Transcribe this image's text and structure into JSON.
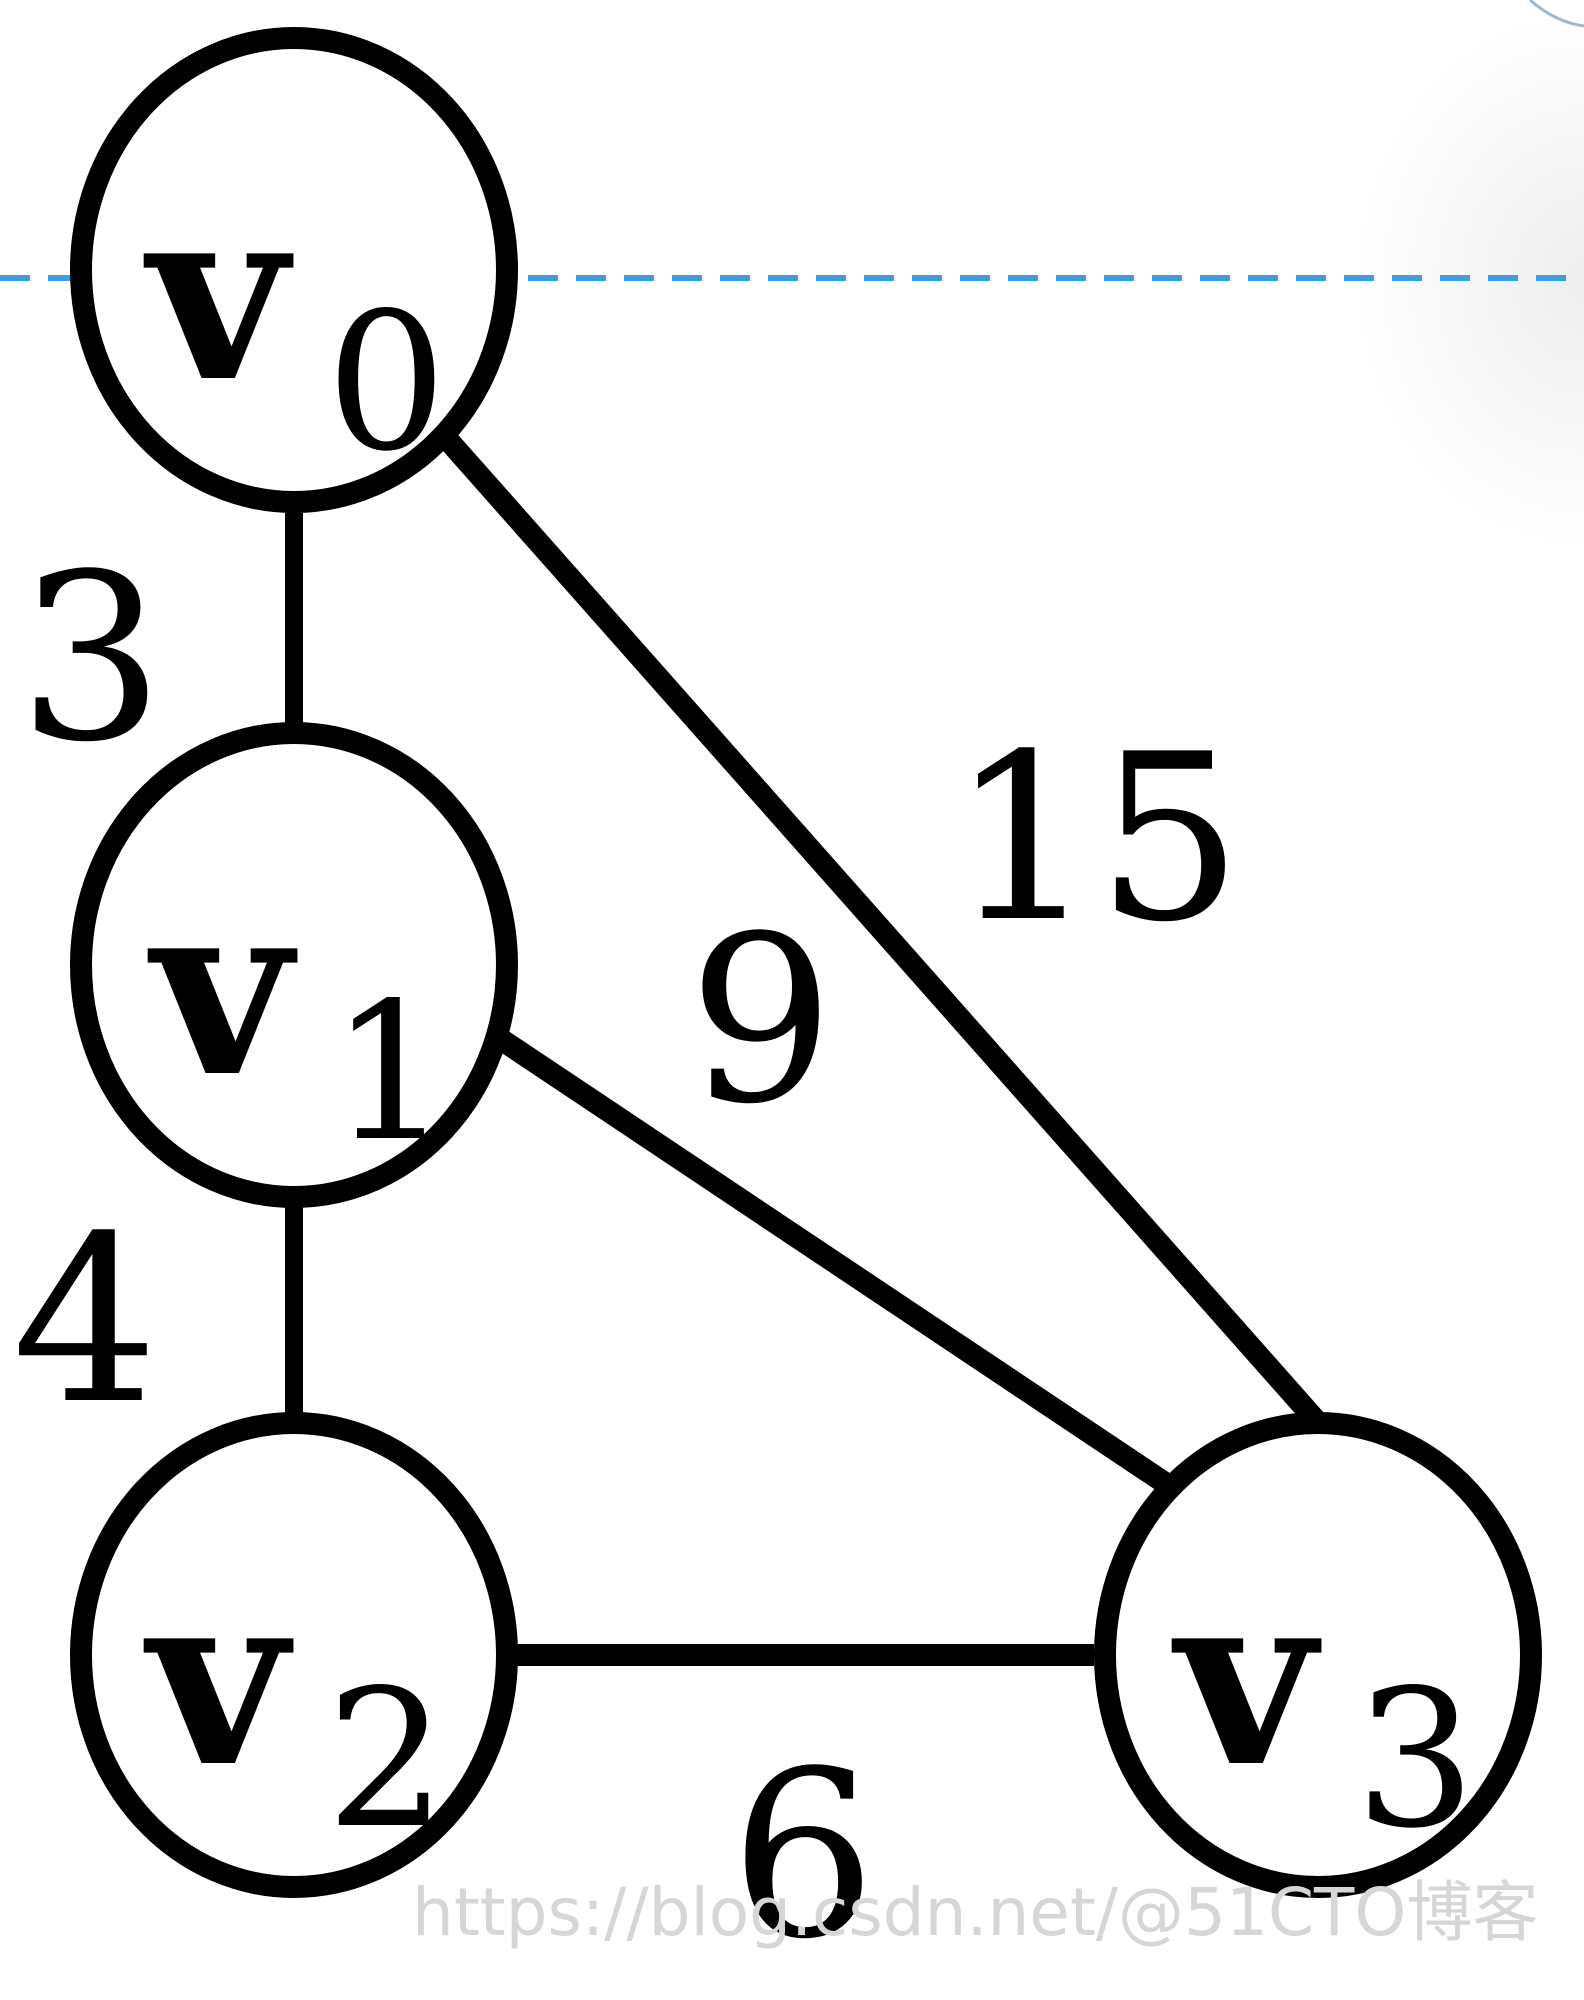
{
  "graph": {
    "nodes": [
      {
        "id": "v0",
        "letter": "v",
        "subscript": "0"
      },
      {
        "id": "v1",
        "letter": "v",
        "subscript": "1"
      },
      {
        "id": "v2",
        "letter": "v",
        "subscript": "2"
      },
      {
        "id": "v3",
        "letter": "v",
        "subscript": "3"
      }
    ],
    "edges": [
      {
        "from": "v0",
        "to": "v1",
        "weight": "3"
      },
      {
        "from": "v0",
        "to": "v3",
        "weight": "15"
      },
      {
        "from": "v1",
        "to": "v3",
        "weight": "9"
      },
      {
        "from": "v1",
        "to": "v2",
        "weight": "4"
      },
      {
        "from": "v2",
        "to": "v3",
        "weight": "6"
      }
    ]
  },
  "watermark": "https://blog.csdn.net/@51CTO博客",
  "colors": {
    "stroke": "#000000",
    "guide_line": "#3d9ee0",
    "watermark": "#d6d6d6"
  }
}
